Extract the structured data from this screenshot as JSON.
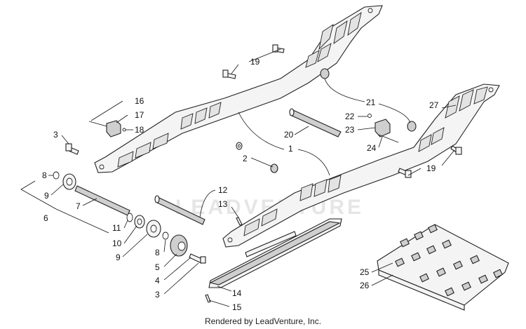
{
  "watermark": "LEADVENTURE",
  "footer": "Rendered by LeadVenture, Inc.",
  "callouts": {
    "c1": "1",
    "c2": "2",
    "c3a": "3",
    "c3b": "3",
    "c4": "4",
    "c5": "5",
    "c6": "6",
    "c7": "7",
    "c8a": "8",
    "c8b": "8",
    "c9a": "9",
    "c9b": "9",
    "c10": "10",
    "c11": "11",
    "c12": "12",
    "c13": "13",
    "c14": "14",
    "c15": "15",
    "c16": "16",
    "c17": "17",
    "c18": "18",
    "c19a": "19",
    "c19b": "19",
    "c20": "20",
    "c21": "21",
    "c22": "22",
    "c23": "23",
    "c24": "24",
    "c25": "25",
    "c26": "26",
    "c27": "27"
  }
}
